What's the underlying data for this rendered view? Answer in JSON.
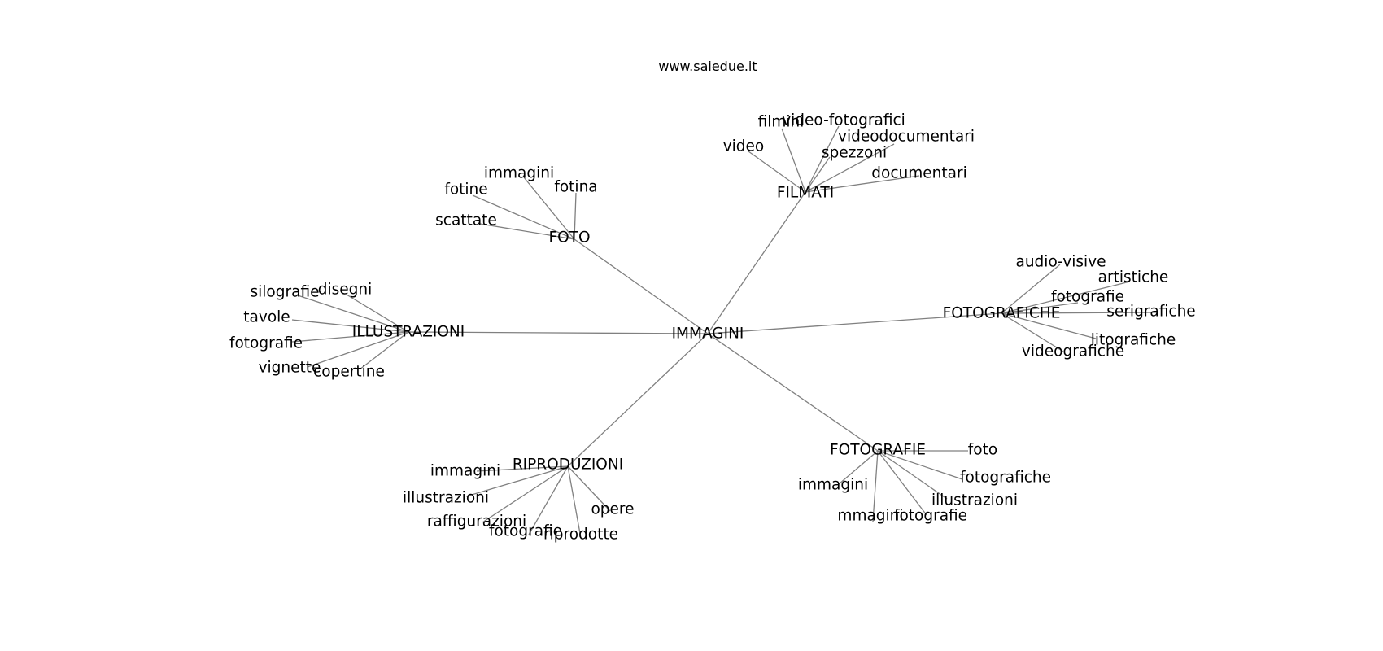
{
  "title": "www.saiedue.it",
  "colors": {
    "background": "#ffffff",
    "edge": "#808080",
    "text": "#000000"
  },
  "graph": {
    "center": "IMMAGINI",
    "clusters": [
      {
        "hub": "FILMATI",
        "leaves": [
          "filmini",
          "video-fotografici",
          "video",
          "videodocumentari",
          "spezzoni",
          "documentari"
        ]
      },
      {
        "hub": "FOTO",
        "leaves": [
          "immagini",
          "fotine",
          "fotina",
          "scattate"
        ]
      },
      {
        "hub": "ILLUSTRAZIONI",
        "leaves": [
          "silografie",
          "disegni",
          "tavole",
          "fotografie",
          "vignette",
          "copertine"
        ]
      },
      {
        "hub": "FOTOGRAFICHE",
        "leaves": [
          "audio-visive",
          "artistiche",
          "fotografie",
          "serigrafiche",
          "litografiche",
          "videografiche"
        ]
      },
      {
        "hub": "RIPRODUZIONI",
        "leaves": [
          "immagini",
          "illustrazioni",
          "raffigurazioni",
          "fotografie",
          "riprodotte",
          "opere"
        ]
      },
      {
        "hub": "FOTOGRAFIE",
        "leaves": [
          "foto",
          "immagini",
          "fotografiche",
          "illustrazioni",
          "mmagini",
          "fotografie"
        ]
      }
    ]
  }
}
